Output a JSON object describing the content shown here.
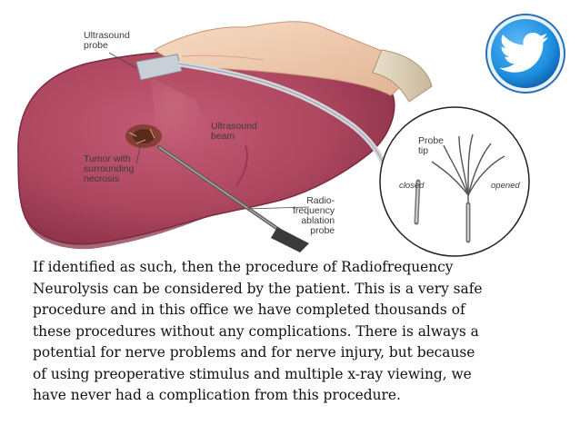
{
  "diagram": {
    "labels": {
      "ultrasound_probe": "Ultrasound\nprobe",
      "ultrasound_beam": "Ultrasound\nbeam",
      "tumor": "Tumor with\nsurrounding\nnecrosis",
      "rf_probe": "Radio-\nfrequency\nablation\nprobe",
      "probe_tip": "Probe\ntip",
      "closed": "closed",
      "opened": "opened"
    },
    "colors": {
      "liver": "#b14a63",
      "liver_shadow": "#8e3048",
      "skin": "#f2cdb0",
      "probe": "#b9bfc7",
      "twitter": "#1d8fe0"
    }
  },
  "twitter_icon": "twitter-bird-icon",
  "body_text": {
    "lines": [
      "If identified as such, then the procedure of Radiofrequency",
      "Neurolysis can be considered by the patient. This is a very safe",
      "procedure and in this office we have completed thousands of",
      "these procedures without any complications. There is always a",
      "potential for nerve problems and for nerve injury, but because",
      "of using preoperative stimulus and multiple x-ray viewing, we",
      "have never had a complication from this procedure."
    ]
  }
}
